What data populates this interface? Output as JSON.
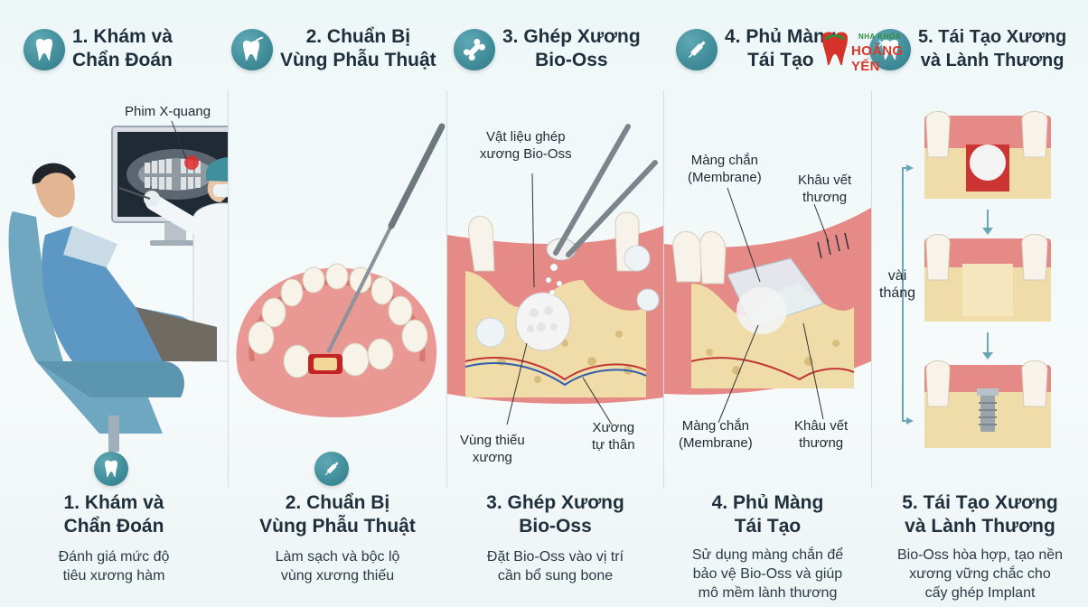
{
  "logo": {
    "line1": "NHA KHOA",
    "line2": "HOÀNG YẾN"
  },
  "steps": [
    {
      "icon": "tooth-icon",
      "header": [
        "1. Khám và",
        "Chẩn Đoán"
      ],
      "title": [
        "1. Khám và",
        "Chẩn Đoán"
      ],
      "desc": [
        "Đánh giá mức độ",
        "tiêu xương hàm"
      ]
    },
    {
      "icon": "tooth-scalpel-icon",
      "header": [
        "2. Chuẩn Bị",
        "Vùng Phẫu Thuật"
      ],
      "title": [
        "2. Chuẩn Bị",
        "Vùng Phẫu Thuật"
      ],
      "desc": [
        "Làm sạch và bộc lộ",
        "vùng xương thiếu"
      ]
    },
    {
      "icon": "bone-icon",
      "header": [
        "3. Ghép Xương",
        "Bio-Oss"
      ],
      "title": [
        "3. Ghép Xương",
        "Bio-Oss"
      ],
      "desc": [
        "Đặt Bio-Oss vào vị trí",
        "cần bổ sung bone"
      ]
    },
    {
      "icon": "syringe-icon",
      "header": [
        "4. Phủ Màng",
        "Tái Tạo"
      ],
      "title": [
        "4. Phủ Màng",
        "Tái Tạo"
      ],
      "desc": [
        "Sử dụng màng chắn để",
        "bảo vệ Bio-Oss và giúp",
        "mô mềm lành thương"
      ]
    },
    {
      "icon": "tooth-repair-icon",
      "header": [
        "5. Tái Tạo Xương",
        "và Lành Thương"
      ],
      "title": [
        "5. Tái Tạo Xương",
        "và Lành Thương"
      ],
      "desc": [
        "Bio-Oss hòa hợp, tạo nền",
        "xương vững chắc cho",
        "cấy ghép Implant"
      ]
    }
  ],
  "labels": {
    "xray": "Phim X-quang",
    "bio_material": [
      "Vật liệu ghép",
      "xương Bio-Oss"
    ],
    "defect_area": [
      "Vùng thiếu",
      "xương"
    ],
    "auto_bone": [
      "Xương",
      "tự thân"
    ],
    "membrane_top": [
      "Màng chắn",
      "(Membrane)"
    ],
    "suture_top": [
      "Khâu vết",
      "thương"
    ],
    "membrane_bottom": [
      "Màng chắn",
      "(Membrane)"
    ],
    "suture_bottom": [
      "Khâu vết",
      "thương"
    ],
    "months": [
      "vài",
      "tháng"
    ]
  },
  "colors": {
    "accent": "#2c7987",
    "gum": "#e58a86",
    "bone": "#f0dca8",
    "tooth": "#f7f3ea"
  }
}
